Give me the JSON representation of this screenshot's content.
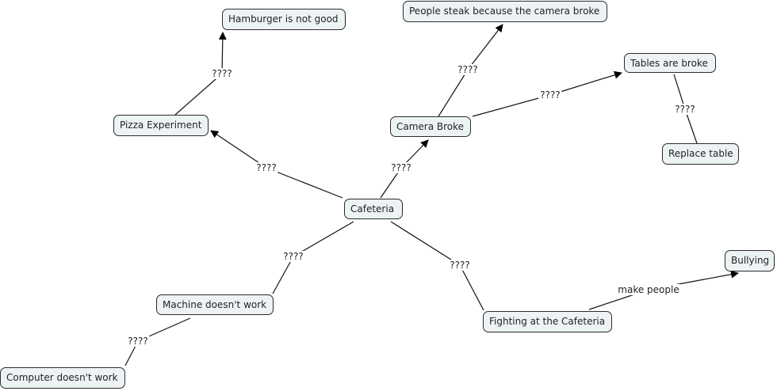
{
  "diagram": {
    "type": "concept-map",
    "nodes": [
      {
        "id": "cafeteria",
        "label": "Cafeteria"
      },
      {
        "id": "pizza",
        "label": "Pizza Experiment"
      },
      {
        "id": "hamburger",
        "label": "Hamburger is not good"
      },
      {
        "id": "camera",
        "label": "Camera Broke"
      },
      {
        "id": "steak",
        "label": "People steak because the camera broke"
      },
      {
        "id": "tables",
        "label": "Tables are broke"
      },
      {
        "id": "replace",
        "label": "Replace table"
      },
      {
        "id": "machine",
        "label": "Machine doesn't work"
      },
      {
        "id": "computer",
        "label": "Computer doesn't work"
      },
      {
        "id": "fighting",
        "label": "Fighting at the Cafeteria"
      },
      {
        "id": "bullying",
        "label": "Bullying"
      }
    ],
    "edges": [
      {
        "from": "cafeteria",
        "to": "pizza",
        "label": "????",
        "arrow": true
      },
      {
        "from": "pizza",
        "to": "hamburger",
        "label": "????",
        "arrow": true
      },
      {
        "from": "cafeteria",
        "to": "camera",
        "label": "????",
        "arrow": true
      },
      {
        "from": "camera",
        "to": "steak",
        "label": "????",
        "arrow": true
      },
      {
        "from": "camera",
        "to": "tables",
        "label": "????",
        "arrow": true
      },
      {
        "from": "tables",
        "to": "replace",
        "label": "????",
        "arrow": false
      },
      {
        "from": "cafeteria",
        "to": "machine",
        "label": "????",
        "arrow": false
      },
      {
        "from": "machine",
        "to": "computer",
        "label": "????",
        "arrow": false
      },
      {
        "from": "cafeteria",
        "to": "fighting",
        "label": "????",
        "arrow": false
      },
      {
        "from": "fighting",
        "to": "bullying",
        "label": "make people",
        "arrow": true
      }
    ]
  }
}
